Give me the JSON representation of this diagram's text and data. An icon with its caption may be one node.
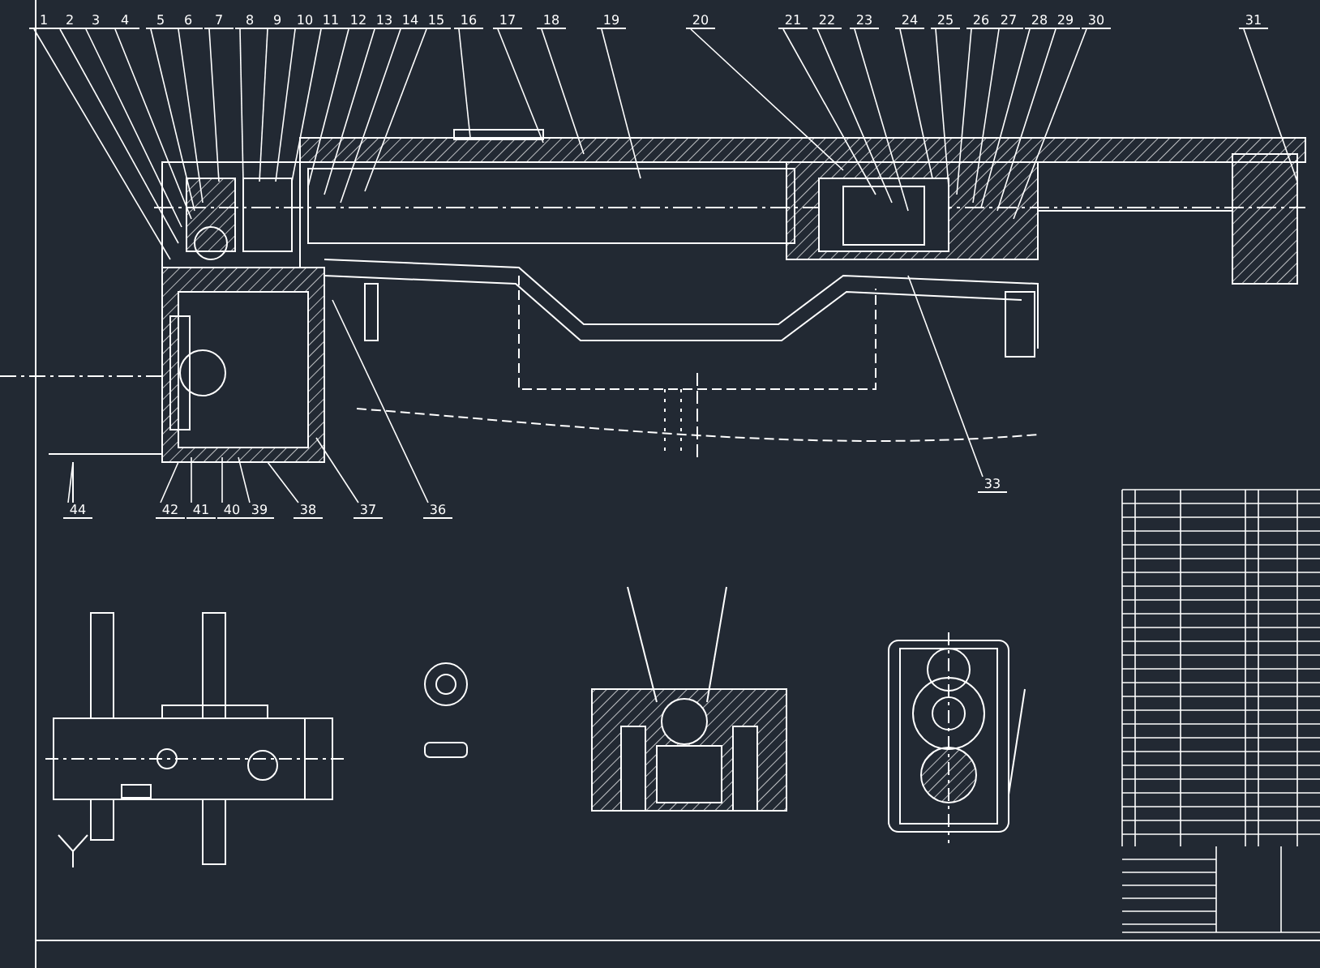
{
  "diagram": {
    "nodes": [
      {
        "text": [
          "1"
        ]
      },
      {
        "text": [
          "2"
        ]
      },
      {
        "text": [
          "3"
        ]
      },
      {
        "text": [
          "4"
        ]
      },
      {
        "text": [
          "5"
        ]
      },
      {
        "text": [
          "6"
        ]
      },
      {
        "text": [
          "7"
        ]
      },
      {
        "text": [
          "8"
        ]
      },
      {
        "text": [
          "9"
        ]
      },
      {
        "text": [
          "10"
        ]
      },
      {
        "text": [
          "11"
        ]
      },
      {
        "text": [
          "12"
        ]
      },
      {
        "text": [
          "13"
        ]
      },
      {
        "text": [
          "14"
        ]
      },
      {
        "text": [
          "15"
        ]
      },
      {
        "text": [
          "16"
        ]
      },
      {
        "text": [
          "17"
        ]
      },
      {
        "text": [
          "18"
        ]
      },
      {
        "text": [
          "19"
        ]
      },
      {
        "text": [
          "20"
        ]
      },
      {
        "text": [
          "21"
        ]
      },
      {
        "text": [
          "22"
        ]
      },
      {
        "text": [
          "23"
        ]
      },
      {
        "text": [
          "24"
        ]
      },
      {
        "text": [
          "25"
        ]
      },
      {
        "text": [
          "26"
        ]
      },
      {
        "text": [
          "27"
        ]
      },
      {
        "text": [
          "28"
        ]
      },
      {
        "text": [
          "29"
        ]
      },
      {
        "text": [
          "30"
        ]
      },
      {
        "text": [
          "31"
        ]
      },
      {
        "text": [
          "33"
        ]
      },
      {
        "text": [
          "44"
        ]
      },
      {
        "text": [
          "42"
        ]
      },
      {
        "text": [
          "41"
        ]
      },
      {
        "text": [
          "40"
        ]
      },
      {
        "text": [
          "39"
        ]
      },
      {
        "text": [
          "38"
        ]
      },
      {
        "text": [
          "37"
        ]
      },
      {
        "text": [
          "36"
        ]
      }
    ],
    "edges": [
      {
        "from": 0,
        "to": null,
        "arrow": "none"
      },
      {
        "from": 1,
        "to": null,
        "arrow": "none"
      },
      {
        "from": 2,
        "to": null,
        "arrow": "none"
      },
      {
        "from": 3,
        "to": null,
        "arrow": "none"
      },
      {
        "from": 4,
        "to": null,
        "arrow": "none"
      },
      {
        "from": 5,
        "to": null,
        "arrow": "none"
      },
      {
        "from": 6,
        "to": null,
        "arrow": "none"
      },
      {
        "from": 7,
        "to": null,
        "arrow": "none"
      },
      {
        "from": 8,
        "to": null,
        "arrow": "none"
      },
      {
        "from": 9,
        "to": null,
        "arrow": "none"
      },
      {
        "from": 10,
        "to": null,
        "arrow": "none"
      },
      {
        "from": 11,
        "to": null,
        "arrow": "none"
      },
      {
        "from": 12,
        "to": null,
        "arrow": "none"
      },
      {
        "from": 13,
        "to": null,
        "arrow": "none"
      },
      {
        "from": 14,
        "to": null,
        "arrow": "none"
      },
      {
        "from": 15,
        "to": null,
        "arrow": "none"
      },
      {
        "from": 16,
        "to": null,
        "arrow": "none"
      },
      {
        "from": 17,
        "to": null,
        "arrow": "none"
      },
      {
        "from": 18,
        "to": null,
        "arrow": "none"
      },
      {
        "from": 19,
        "to": null,
        "arrow": "none"
      },
      {
        "from": 20,
        "to": null,
        "arrow": "none"
      },
      {
        "from": 21,
        "to": null,
        "arrow": "none"
      },
      {
        "from": 22,
        "to": null,
        "arrow": "none"
      },
      {
        "from": 23,
        "to": null,
        "arrow": "none"
      },
      {
        "from": 24,
        "to": null,
        "arrow": "none"
      },
      {
        "from": 25,
        "to": null,
        "arrow": "none"
      },
      {
        "from": 26,
        "to": null,
        "arrow": "none"
      },
      {
        "from": 27,
        "to": null,
        "arrow": "none"
      },
      {
        "from": 28,
        "to": null,
        "arrow": "none"
      },
      {
        "from": 29,
        "to": null,
        "arrow": "none"
      },
      {
        "from": 30,
        "to": null,
        "arrow": "none"
      },
      {
        "from": 31,
        "to": null,
        "arrow": "none"
      },
      {
        "from": 32,
        "to": null,
        "arrow": "none"
      },
      {
        "from": 33,
        "to": null,
        "arrow": "none"
      },
      {
        "from": 34,
        "to": null,
        "arrow": "none"
      },
      {
        "from": 35,
        "to": null,
        "arrow": "none"
      },
      {
        "from": 36,
        "to": null,
        "arrow": "none"
      },
      {
        "from": 37,
        "to": null,
        "arrow": "none"
      },
      {
        "from": 38,
        "to": null,
        "arrow": "none"
      },
      {
        "from": 39,
        "to": null,
        "arrow": "none"
      }
    ]
  }
}
